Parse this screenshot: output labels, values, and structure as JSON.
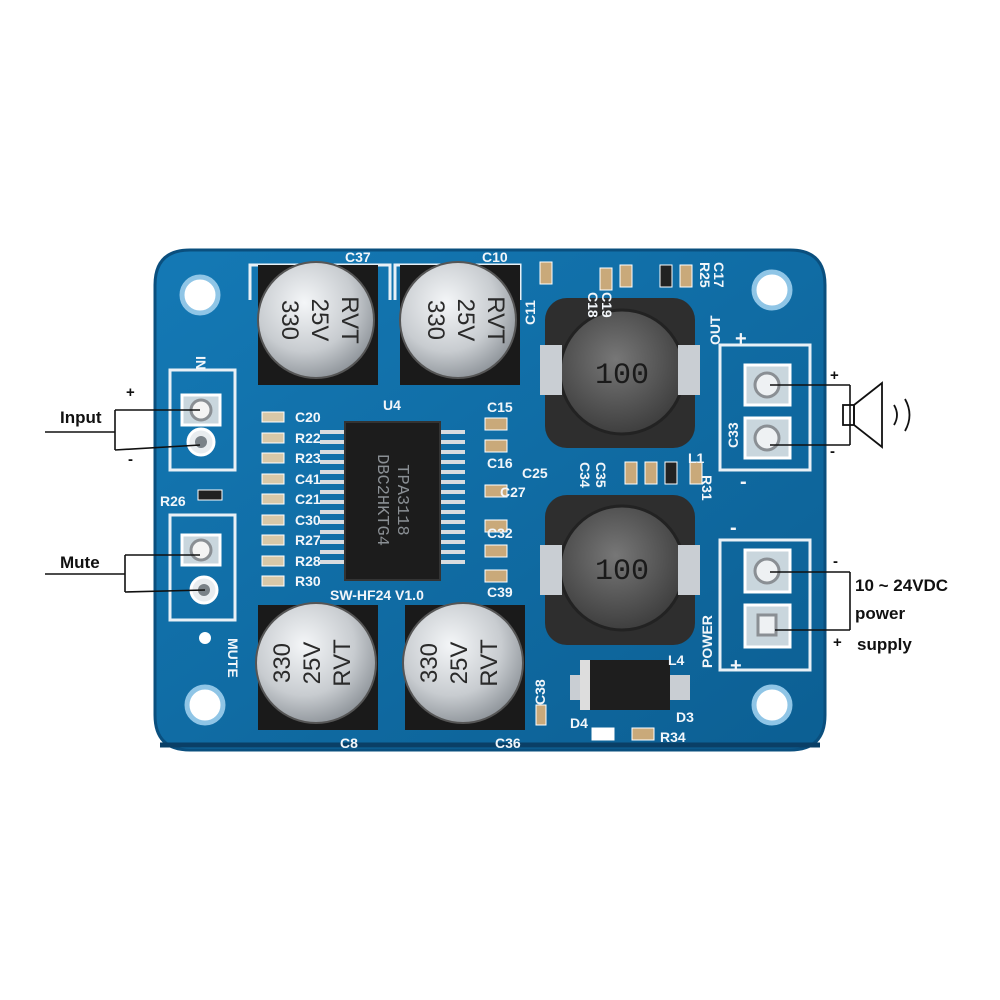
{
  "board": {
    "chip_lines": [
      "TPA3118",
      "DBC2HKTG4"
    ],
    "version": "SW-HF24  V1.0",
    "u4": "U4",
    "inductor_value": "100",
    "cap_texts": [
      "330",
      "25V",
      "RVT"
    ],
    "labels": {
      "c37": "C37",
      "c10": "C10",
      "c8": "C8",
      "c36": "C36",
      "c20": "C20",
      "r22": "R22",
      "r23": "R23",
      "c41": "C41",
      "c21": "C21",
      "c30": "C30",
      "r27": "R27",
      "r28": "R28",
      "r30": "R30",
      "r26": "R26",
      "c15": "C15",
      "c16": "C16",
      "c25": "C25",
      "c27": "C27",
      "c32": "C32",
      "c39": "C39",
      "c11": "C11",
      "c18": "C18",
      "c19": "C19",
      "r25": "R25",
      "c17": "C17",
      "c34": "C34",
      "c35": "C35",
      "r31": "R31",
      "c33": "C33",
      "l1": "L1",
      "l4": "L4",
      "c38": "C38",
      "d3": "D3",
      "d4": "D4",
      "r34": "R34",
      "out": "OUT",
      "power": "POWER",
      "mute": "MUTE",
      "in": "IN"
    }
  },
  "annotations": {
    "input": "Input",
    "mute": "Mute",
    "voltage": "10 ~ 24VDC",
    "power": "power",
    "supply": "supply",
    "plus": "+",
    "minus": "-"
  },
  "colors": {
    "pcb": "#0f6ea8",
    "pcb_dark": "#0a4f7e",
    "silkscreen": "#f2f6fa",
    "inductor": "#4a4a4a",
    "chip": "#1c1c1c",
    "capacitor": "#c8ccd0"
  }
}
